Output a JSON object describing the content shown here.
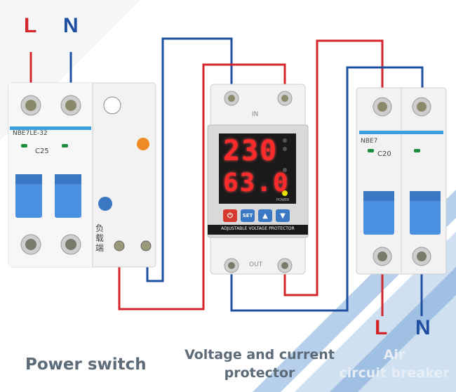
{
  "labels": {
    "top_left_L": "L",
    "top_left_N": "N",
    "bottom_right_L": "L",
    "bottom_right_N": "N"
  },
  "power_switch": {
    "model": "NBE7LE-32",
    "rating": "C25",
    "chinese_label": "负载端",
    "caption": "Power switch"
  },
  "protector": {
    "in_label": "IN",
    "out_label": "OUT",
    "voltage_reading": "230",
    "current_reading": "63.0",
    "power_label": "POWER",
    "set_button": "SET",
    "name_plate": "ADJUSTABLE VOLTAGE PROTECTOR",
    "caption_line1": "Voltage and current",
    "caption_line2": "protector"
  },
  "breaker": {
    "model": "NBE7",
    "rating": "C20",
    "caption_line1": "Air",
    "caption_line2": "circuit breaker"
  },
  "colors": {
    "live_wire": "#d4252b",
    "neutral_wire": "#1f4fa1",
    "toggle_blue": "#4a8fe0",
    "display_red": "#ff2a2a"
  }
}
